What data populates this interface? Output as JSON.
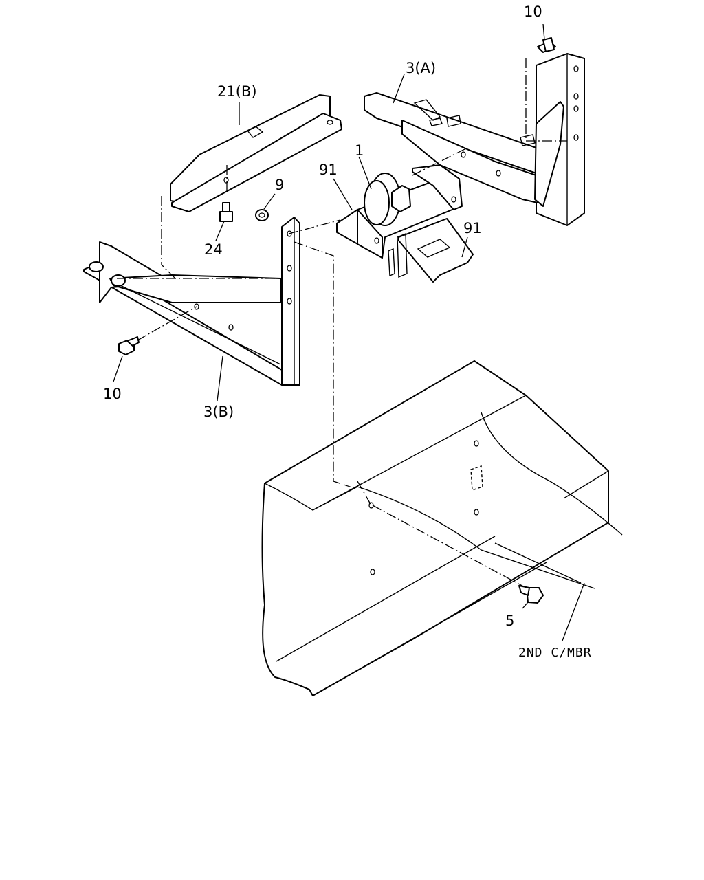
{
  "diagram": {
    "callouts": [
      {
        "id": "c1",
        "text": "10"
      },
      {
        "id": "c2",
        "text": "3(A)"
      },
      {
        "id": "c3",
        "text": "21(B)"
      },
      {
        "id": "c4",
        "text": "1"
      },
      {
        "id": "c5",
        "text": "91"
      },
      {
        "id": "c6",
        "text": "9"
      },
      {
        "id": "c7",
        "text": "91"
      },
      {
        "id": "c8",
        "text": "24"
      },
      {
        "id": "c9",
        "text": "10"
      },
      {
        "id": "c10",
        "text": "3(B)"
      },
      {
        "id": "c11",
        "text": "5"
      },
      {
        "id": "c12",
        "text": "2ND C/MBR"
      }
    ]
  }
}
